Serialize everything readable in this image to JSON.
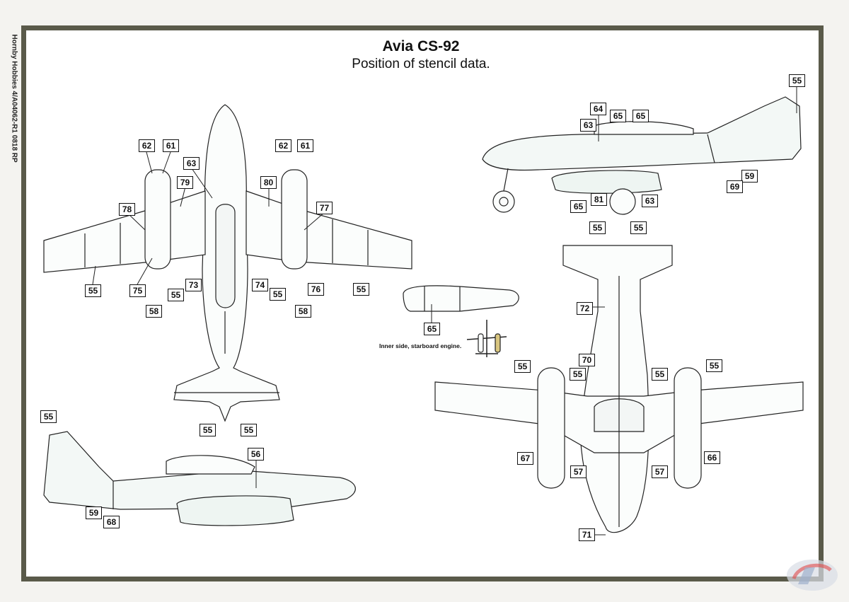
{
  "sheet": {
    "title": "Avia CS-92",
    "subtitle": "Position of stencil data.",
    "side_code": "Hornby Hobbies 4/A04062-R1 0818 RP",
    "caption": "Inner side, starboard engine."
  },
  "colors": {
    "frame": "#5a5a4a",
    "paper": "#ffffff",
    "ink": "#111111",
    "camouflage_tint": "#e6f1ec"
  },
  "callouts": {
    "top_view": [
      "62",
      "61",
      "63",
      "79",
      "78",
      "80",
      "62",
      "61",
      "77",
      "55",
      "75",
      "55",
      "73",
      "74",
      "55",
      "76",
      "55",
      "58",
      "58",
      "55",
      "55"
    ],
    "side_view_starboard": [
      "64",
      "65",
      "65",
      "63",
      "55",
      "59",
      "69",
      "81",
      "65",
      "63"
    ],
    "bottom_view": [
      "55",
      "55",
      "72",
      "70",
      "55",
      "55",
      "55",
      "55",
      "67",
      "57",
      "57",
      "66",
      "71"
    ],
    "side_view_port": [
      "55",
      "56",
      "59",
      "68"
    ],
    "engine_detail": [
      "65"
    ]
  }
}
